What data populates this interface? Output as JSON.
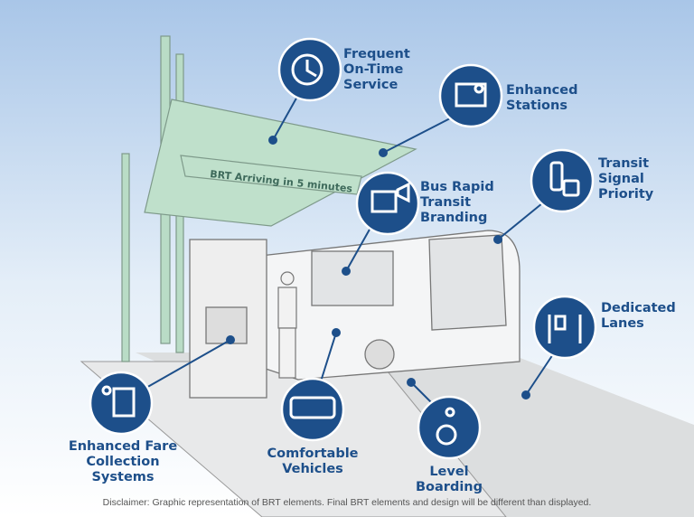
{
  "sign_text": "BRT Arriving in 5 minutes",
  "accent_color": "#1d4f8a",
  "features": [
    {
      "id": "frequent",
      "lines": [
        "Frequent",
        "On-Time",
        "Service"
      ],
      "icon": "clock-icon"
    },
    {
      "id": "stations",
      "lines": [
        "Enhanced",
        "Stations"
      ],
      "icon": "station-shelter-icon"
    },
    {
      "id": "signal",
      "lines": [
        "Transit",
        "Signal",
        "Priority"
      ],
      "icon": "traffic-signal-bus-icon"
    },
    {
      "id": "branding",
      "lines": [
        "Bus Rapid",
        "Transit",
        "Branding"
      ],
      "icon": "map-megaphone-icon"
    },
    {
      "id": "lanes",
      "lines": [
        "Dedicated",
        "Lanes"
      ],
      "icon": "dedicated-lane-icon"
    },
    {
      "id": "fare",
      "lines": [
        "Enhanced Fare",
        "Collection",
        "Systems"
      ],
      "icon": "fare-kiosk-icon"
    },
    {
      "id": "vehicles",
      "lines": [
        "Comfortable",
        "Vehicles"
      ],
      "icon": "bus-icon"
    },
    {
      "id": "boarding",
      "lines": [
        "Level",
        "Boarding"
      ],
      "icon": "wheelchair-icon"
    }
  ],
  "disclaimer": "Disclaimer: Graphic representation of BRT elements. Final BRT elements and design will be different than displayed."
}
